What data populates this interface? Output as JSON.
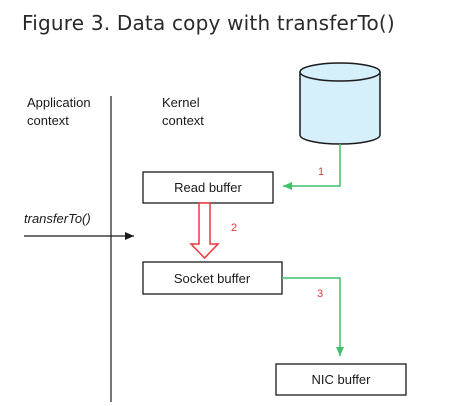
{
  "figure": {
    "caption": "Figure 3. Data copy with transferTo()"
  },
  "diagram": {
    "contexts": {
      "application": {
        "line1": "Application",
        "line2": "context"
      },
      "kernel": {
        "line1": "Kernel",
        "line2": "context"
      }
    },
    "call_label": "transferTo()",
    "boxes": {
      "read_buffer": "Read buffer",
      "socket_buffer": "Socket buffer",
      "nic_buffer": "NIC buffer"
    },
    "steps": {
      "step1": "1",
      "step2": "2",
      "step3": "3"
    },
    "colors": {
      "disk_fill": "#d6f0fb",
      "disk_stroke": "#1a1a1a",
      "dma_arrow": "#42c06a",
      "cpu_copy_arrow": "#e8383b",
      "step_number": "#e8383b",
      "box_stroke": "#1a1a1a",
      "divider": "#4a4a4a"
    }
  }
}
